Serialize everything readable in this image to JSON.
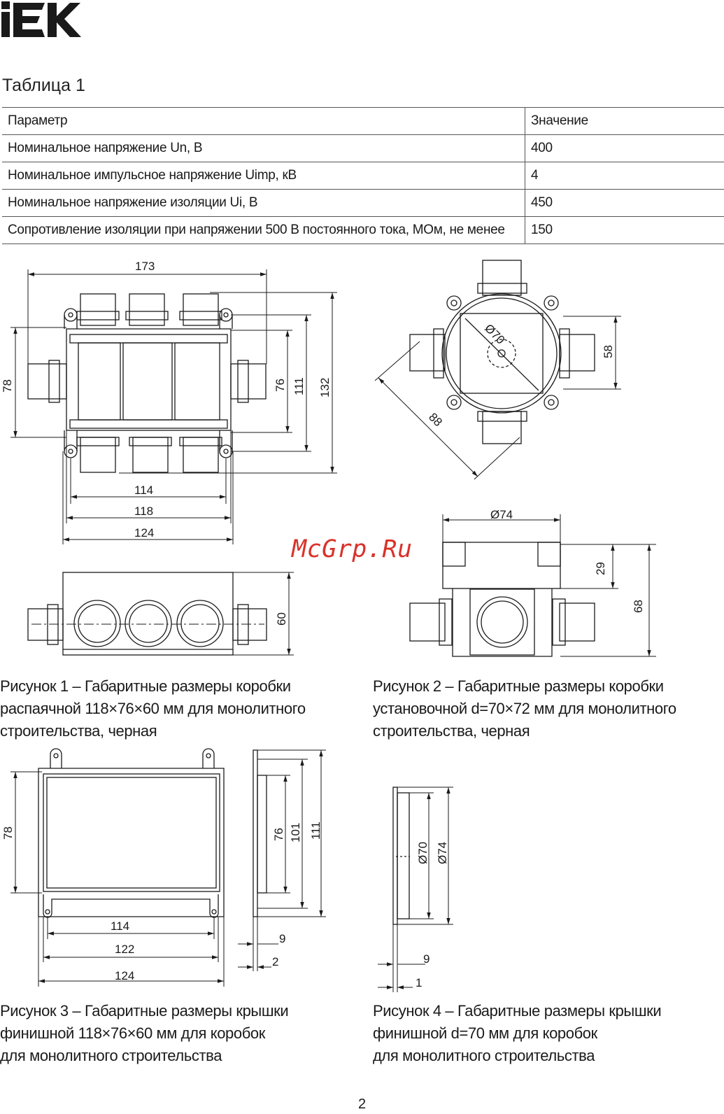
{
  "header": {
    "logo_text": "IEK"
  },
  "table": {
    "title": "Таблица 1",
    "header": {
      "param": "Параметр",
      "value": "Значение"
    },
    "rows": [
      {
        "param": "Номинальное напряжение Un, В",
        "value": "400"
      },
      {
        "param": "Номинальное импульсное напряжение Uimp, кВ",
        "value": "4"
      },
      {
        "param": "Номинальное напряжение изоляции Ui, В",
        "value": "450"
      },
      {
        "param": "Сопротивление изоляции при напряжении 500 В постоянного тока, МОм, не менее",
        "value": "150"
      }
    ]
  },
  "figures": {
    "fig1": {
      "dims": {
        "d173": "173",
        "d78": "78",
        "d76": "76",
        "d111": "111",
        "d132": "132",
        "d114": "114",
        "d118": "118",
        "d124": "124",
        "d60": "60"
      },
      "caption": [
        "Рисунок 1 – Габаритные размеры коробки",
        "распаячной 118×76×60 мм для монолитного",
        "строительства, черная"
      ]
    },
    "fig2": {
      "dims": {
        "d70": "Ø70",
        "d58": "58",
        "d88": "88",
        "d74": "Ø74",
        "d29": "29",
        "d68": "68"
      },
      "caption": [
        "Рисунок 2 – Габаритные размеры коробки",
        "установочной d=70×72 мм для монолитного",
        "строительства, черная"
      ]
    },
    "fig3": {
      "dims": {
        "d78": "78",
        "d76": "76",
        "d101": "101",
        "d111": "111",
        "d114": "114",
        "d122": "122",
        "d124": "124",
        "d9": "9",
        "d2": "2"
      },
      "caption": [
        "Рисунок 3 – Габаритные размеры крышки",
        "финишной 118×76×60 мм для коробок",
        "для монолитного строительства"
      ]
    },
    "fig4": {
      "dims": {
        "d70": "Ø70",
        "d74": "Ø74",
        "d9": "9",
        "d1": "1"
      },
      "caption": [
        "Рисунок 4 – Габаритные размеры крышки",
        "финишной d=70 мм для коробок",
        "для монолитного строительства"
      ]
    }
  },
  "watermark": "McGrp.Ru",
  "page_number": "2"
}
